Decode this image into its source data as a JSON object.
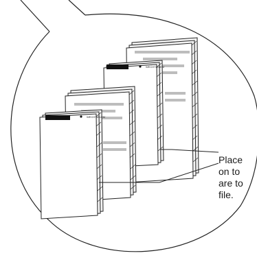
{
  "callout": {
    "lines": [
      "Place",
      "on  to",
      "are to",
      "file."
    ]
  },
  "letterhead": {
    "text": "WECHT•ELEM"
  }
}
